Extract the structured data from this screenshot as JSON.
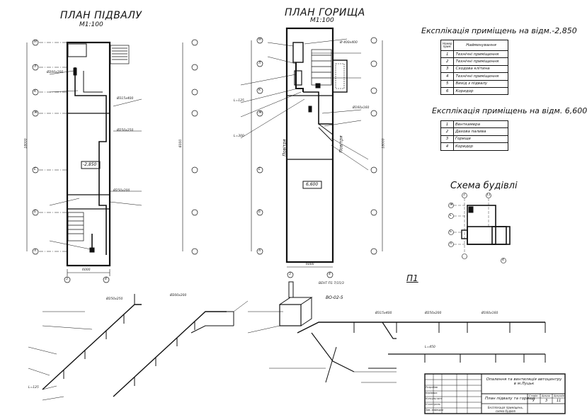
{
  "sheet": {
    "basement_title": "ПЛАН ПІДВАЛУ",
    "basement_scale": "М1:100",
    "attic_title": "ПЛАН  ГОРИЩА",
    "attic_scale": "М1:100",
    "basement_level": "-2,850",
    "attic_level": "6,600",
    "axes_letters": [
      "М",
      "Л",
      "К",
      "Ж",
      "Е",
      "Б",
      "А"
    ],
    "axes_numbers": [
      "3",
      "4"
    ],
    "basement_width_dim": "6000",
    "attic_width_dim": "6000",
    "side_dims": [
      "18000",
      "6000",
      "18000"
    ],
    "riser_labels": [
      "Повітря",
      "Повітря"
    ],
    "isometric_title": "П1",
    "vent_unit": "ВЕНТ-П1 7/15/3",
    "vent_unit_code": "ВО-02-5",
    "pipe_labels": [
      "Ø315x400",
      "Ø250x250",
      "Ø250x200",
      "Ø200x200",
      "Ø160x160",
      "Ø 400x400",
      "L=125",
      "L=300",
      "L=450"
    ]
  },
  "explication_1": {
    "title": "Експлікація приміщень на відм.-2,850",
    "header_no": "Номер прим.",
    "header_name": "Найменування",
    "rows": [
      {
        "no": "1",
        "name": "Технічні приміщення"
      },
      {
        "no": "2",
        "name": "Технічні приміщення"
      },
      {
        "no": "3",
        "name": "Сходова клітина"
      },
      {
        "no": "4",
        "name": "Технічні приміщення"
      },
      {
        "no": "5",
        "name": "Вихід з підвалу"
      },
      {
        "no": "6",
        "name": "Коридор"
      }
    ]
  },
  "explication_2": {
    "title": "Експлікація приміщень на відм. 6,600",
    "rows": [
      {
        "no": "1",
        "name": "Венткамера"
      },
      {
        "no": "2",
        "name": "Дахова палива"
      },
      {
        "no": "3",
        "name": "Горище"
      },
      {
        "no": "4",
        "name": "Коридор"
      }
    ]
  },
  "scheme": {
    "title": "Схема будівлі",
    "letters": [
      "А",
      "Б",
      "Е",
      "Ж"
    ],
    "numbers": [
      "3",
      "11",
      "4"
    ]
  },
  "title_block": {
    "project": "Опалення та вентиляція автоцентру в м.Луцьк",
    "sheet_name": "План підвалу та горища",
    "sheet_note": "Експлікація приміщень, схема будівлі",
    "col_stage": "Стадія",
    "col_sheet": "Аркуш",
    "col_sheets": "Аркушів",
    "stage": "У",
    "sheet_no": "3",
    "sheets_total": "11",
    "roles": [
      "Розробив",
      "Керівник",
      "Консультант",
      "Н.контроль",
      "Зав. кафедри"
    ]
  },
  "colors": {
    "ink": "#111111",
    "paper": "#ffffff"
  }
}
